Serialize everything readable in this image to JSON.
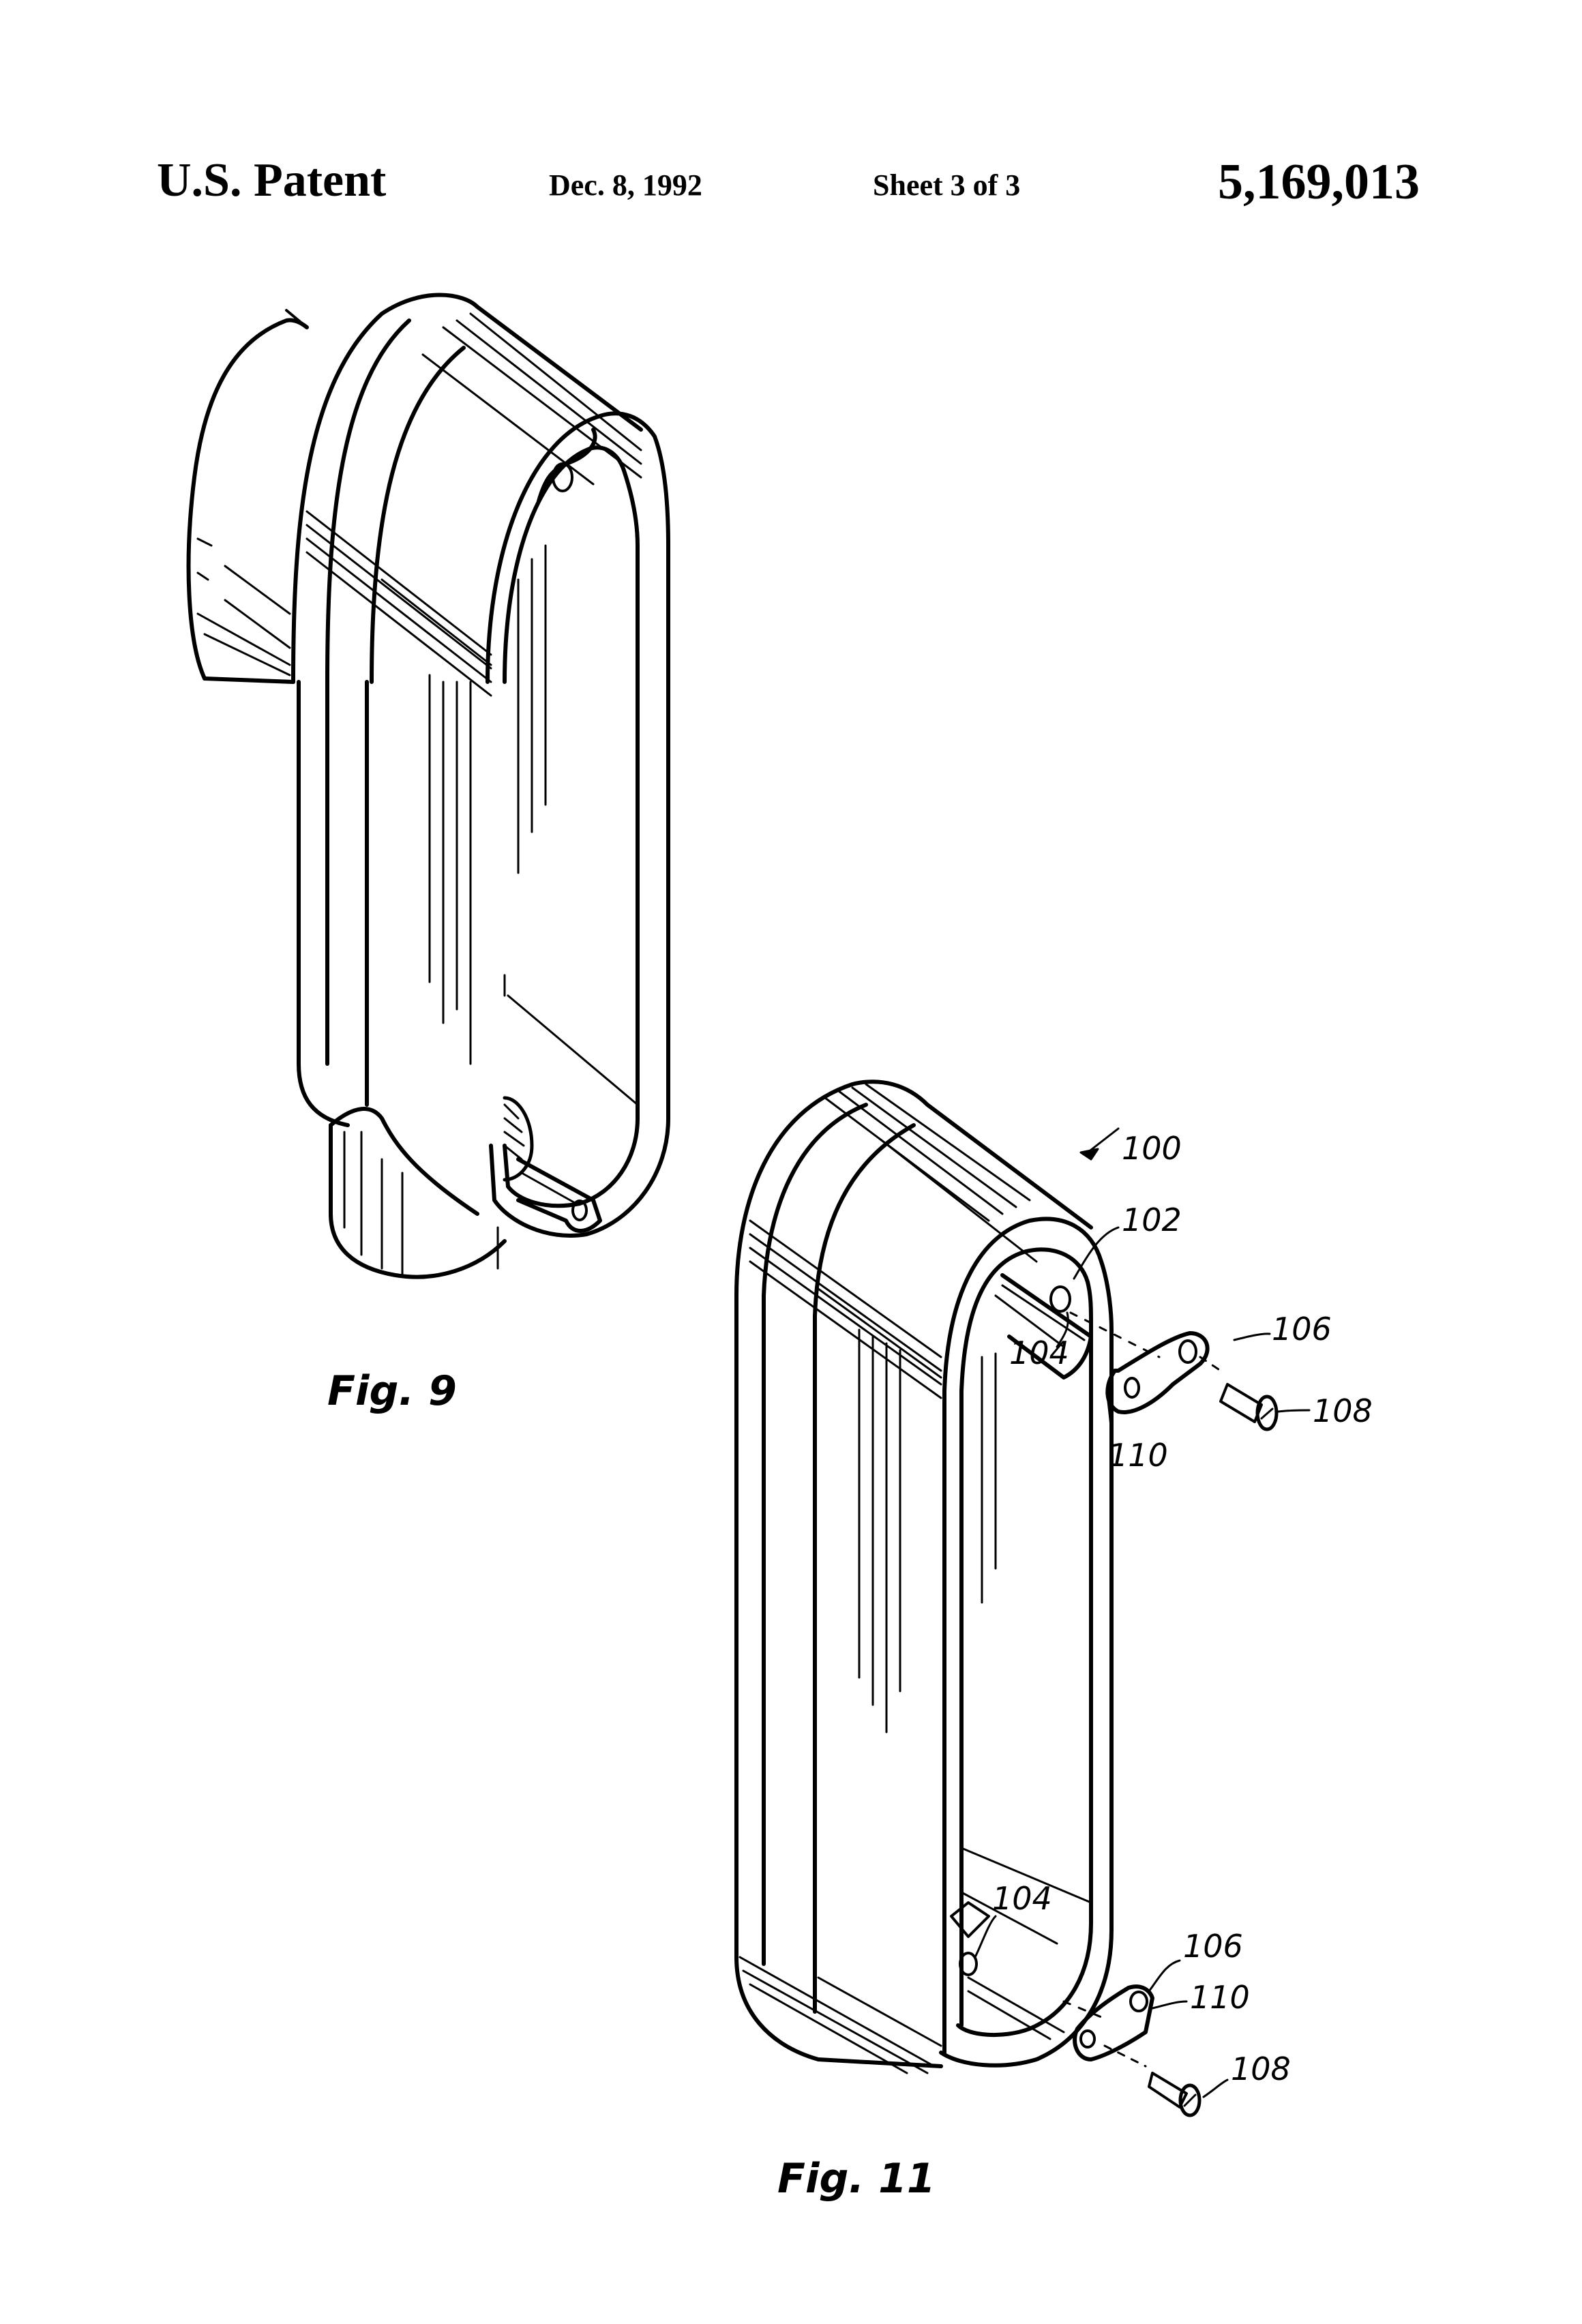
{
  "header": {
    "left": "U.S. Patent",
    "date": "Dec. 8, 1992",
    "sheet": "Sheet 3 of 3",
    "patent_number": "5,169,013"
  },
  "figures": [
    {
      "caption": "FIG. 9",
      "caption_display": "Fig. 9",
      "description": "Perspective view of conduit body with side hub and bottom hub, open front"
    },
    {
      "caption": "FIG. 11",
      "caption_display": "Fig. 11",
      "description": "Perspective view of open conduit body with exploded cover clips and screws",
      "reference_numerals": {
        "r100": "100",
        "r102": "102",
        "r104_top": "104",
        "r106_top": "106",
        "r108_top": "108",
        "r110_top": "110",
        "r104_bottom": "104",
        "r106_bottom": "106",
        "r110_bottom": "110",
        "r108_bottom": "108"
      }
    }
  ]
}
